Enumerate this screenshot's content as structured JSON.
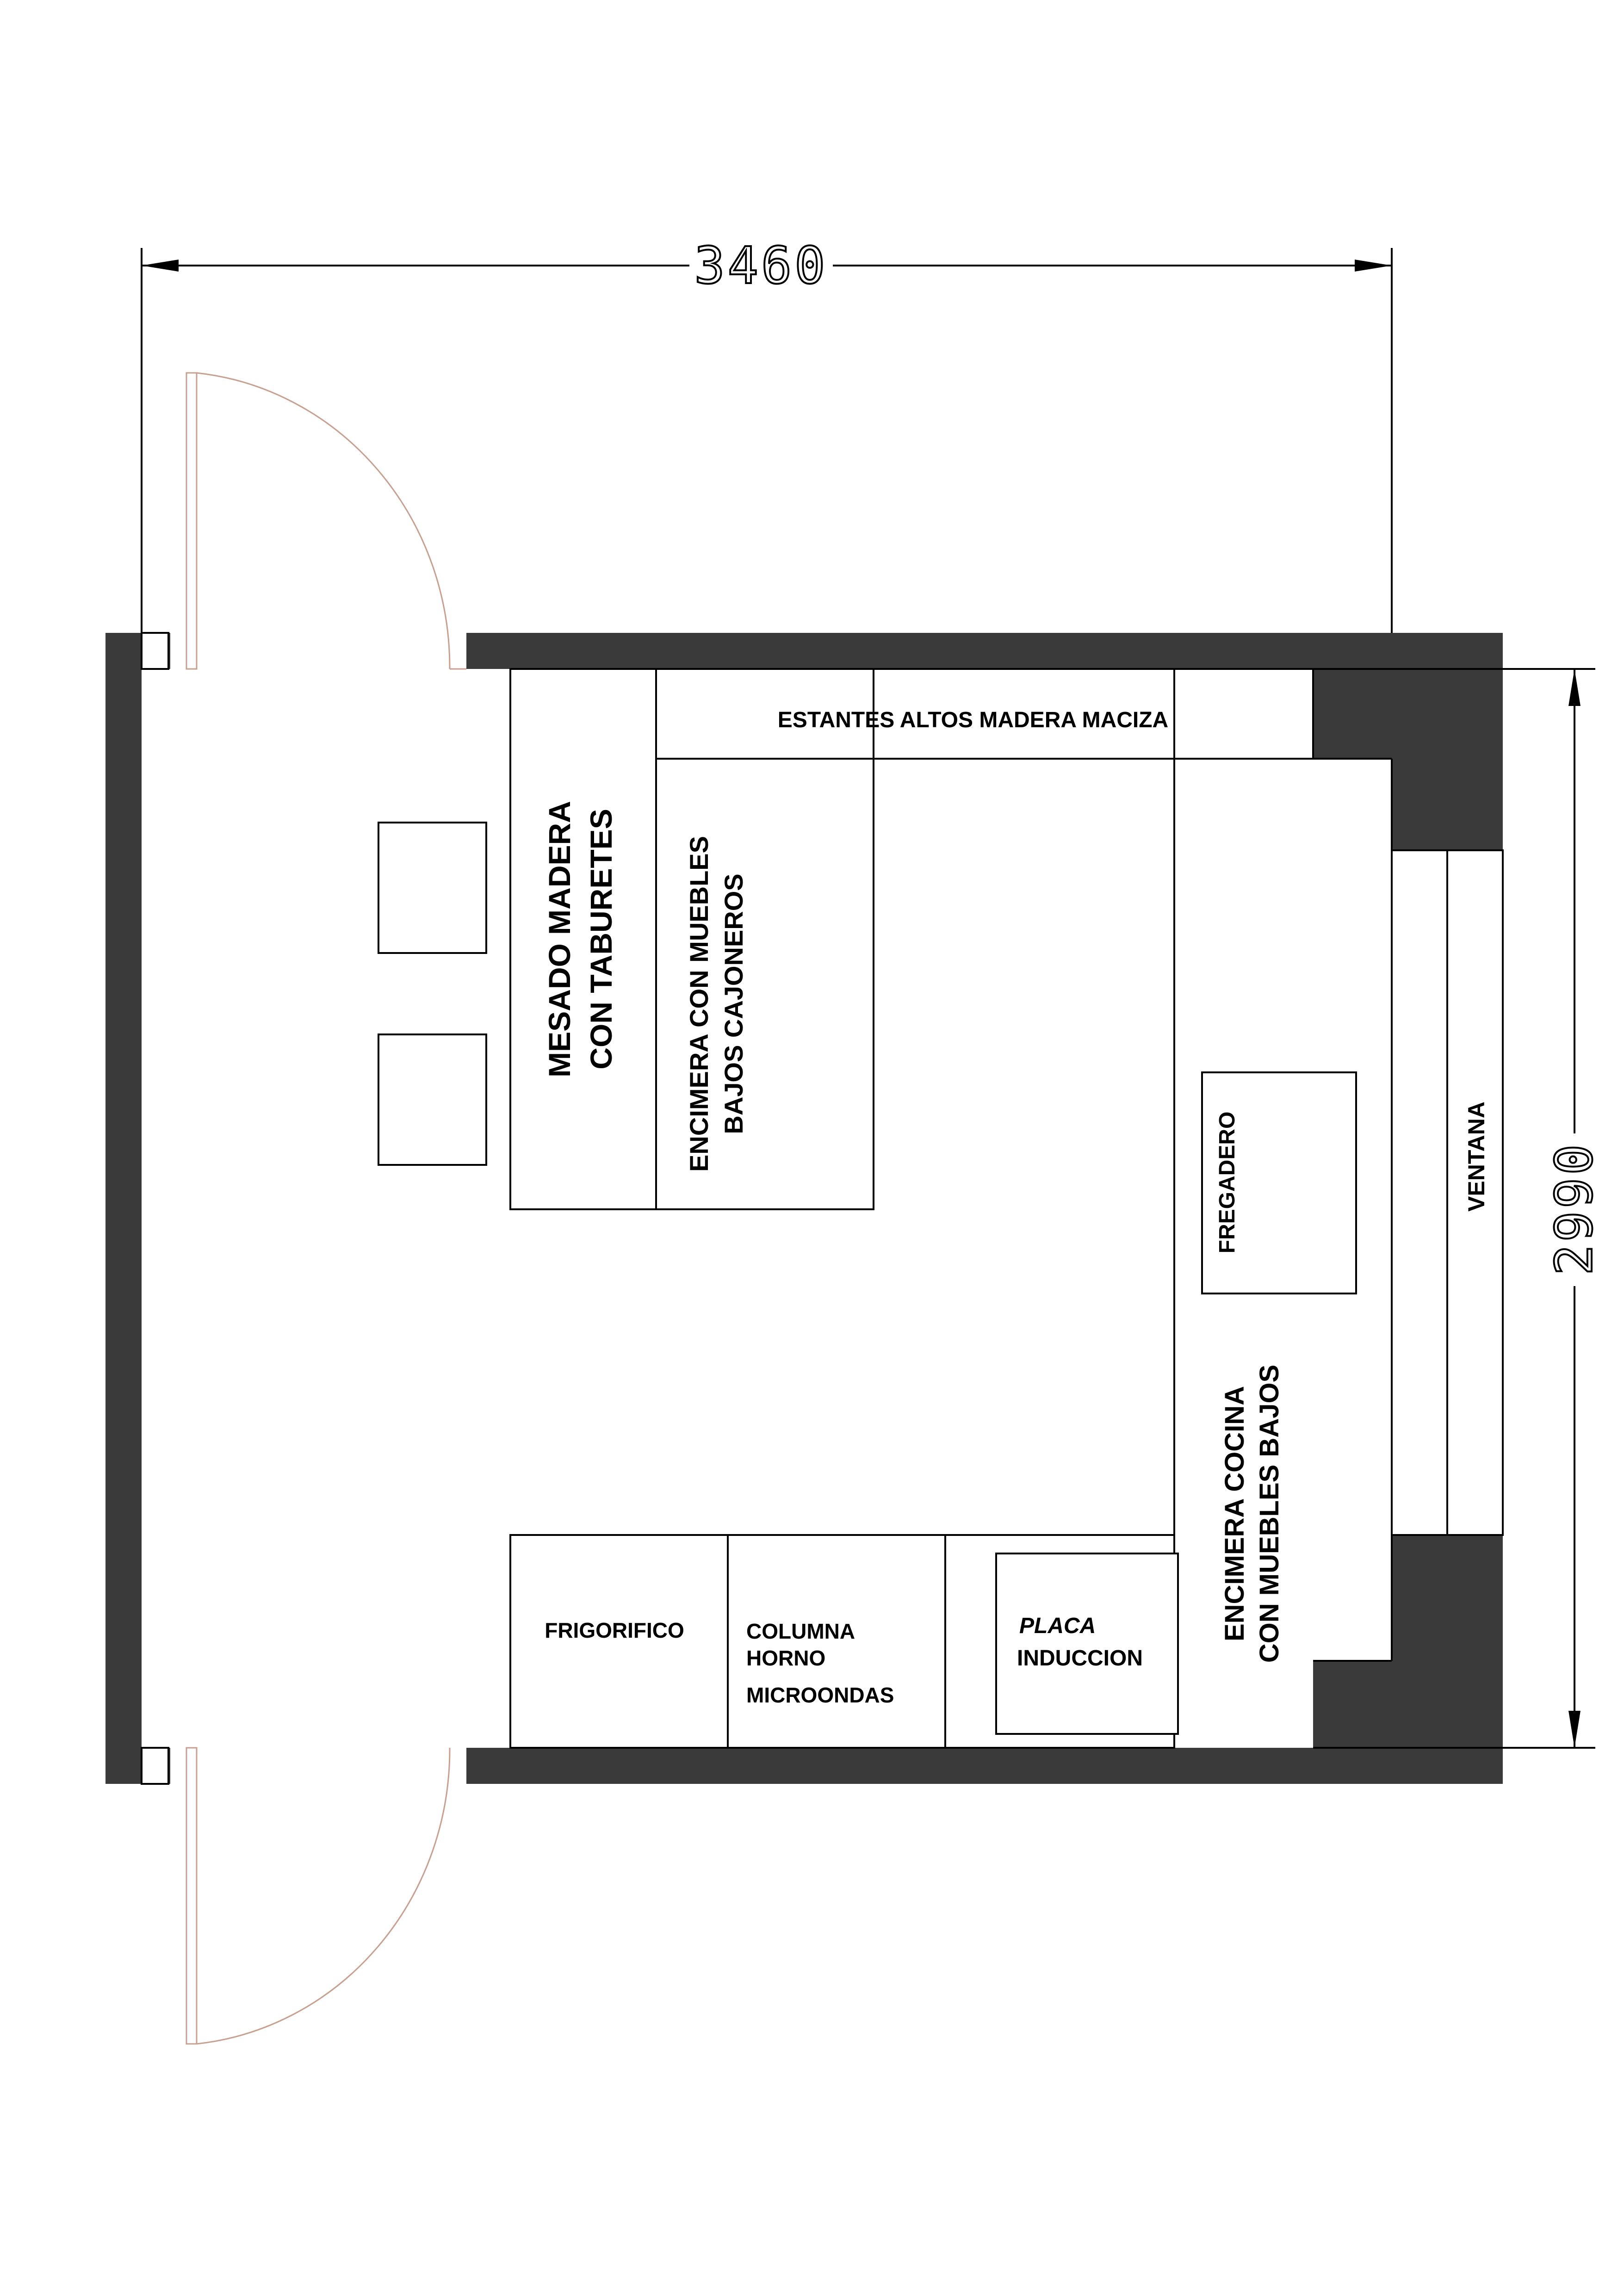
{
  "dimensions": {
    "width": "3460",
    "height": "2990"
  },
  "labels": {
    "shelves": "ESTANTES ALTOS MADERA MACIZA",
    "bar_line1": "MESADO MADERA",
    "bar_line2": "CON TABURETES",
    "drawers_line1": "ENCIMERA CON MUEBLES",
    "drawers_line2": "BAJOS CAJONEROS",
    "sink": "FREGADERO",
    "window": "VENTANA",
    "kitchen_line1": "ENCIMERA COCINA",
    "kitchen_line2": "CON MUEBLES BAJOS",
    "fridge": "FRIGORIFICO",
    "column_line1": "COLUMNA",
    "column_line2": "HORNO",
    "column_line3": "MICROONDAS",
    "hob_line1": "PLACA",
    "hob_line2": "INDUCCION"
  },
  "colors": {
    "wall": "#3a3a3a",
    "door_swing": "#c8a090",
    "line": "#000000",
    "background": "#ffffff"
  }
}
